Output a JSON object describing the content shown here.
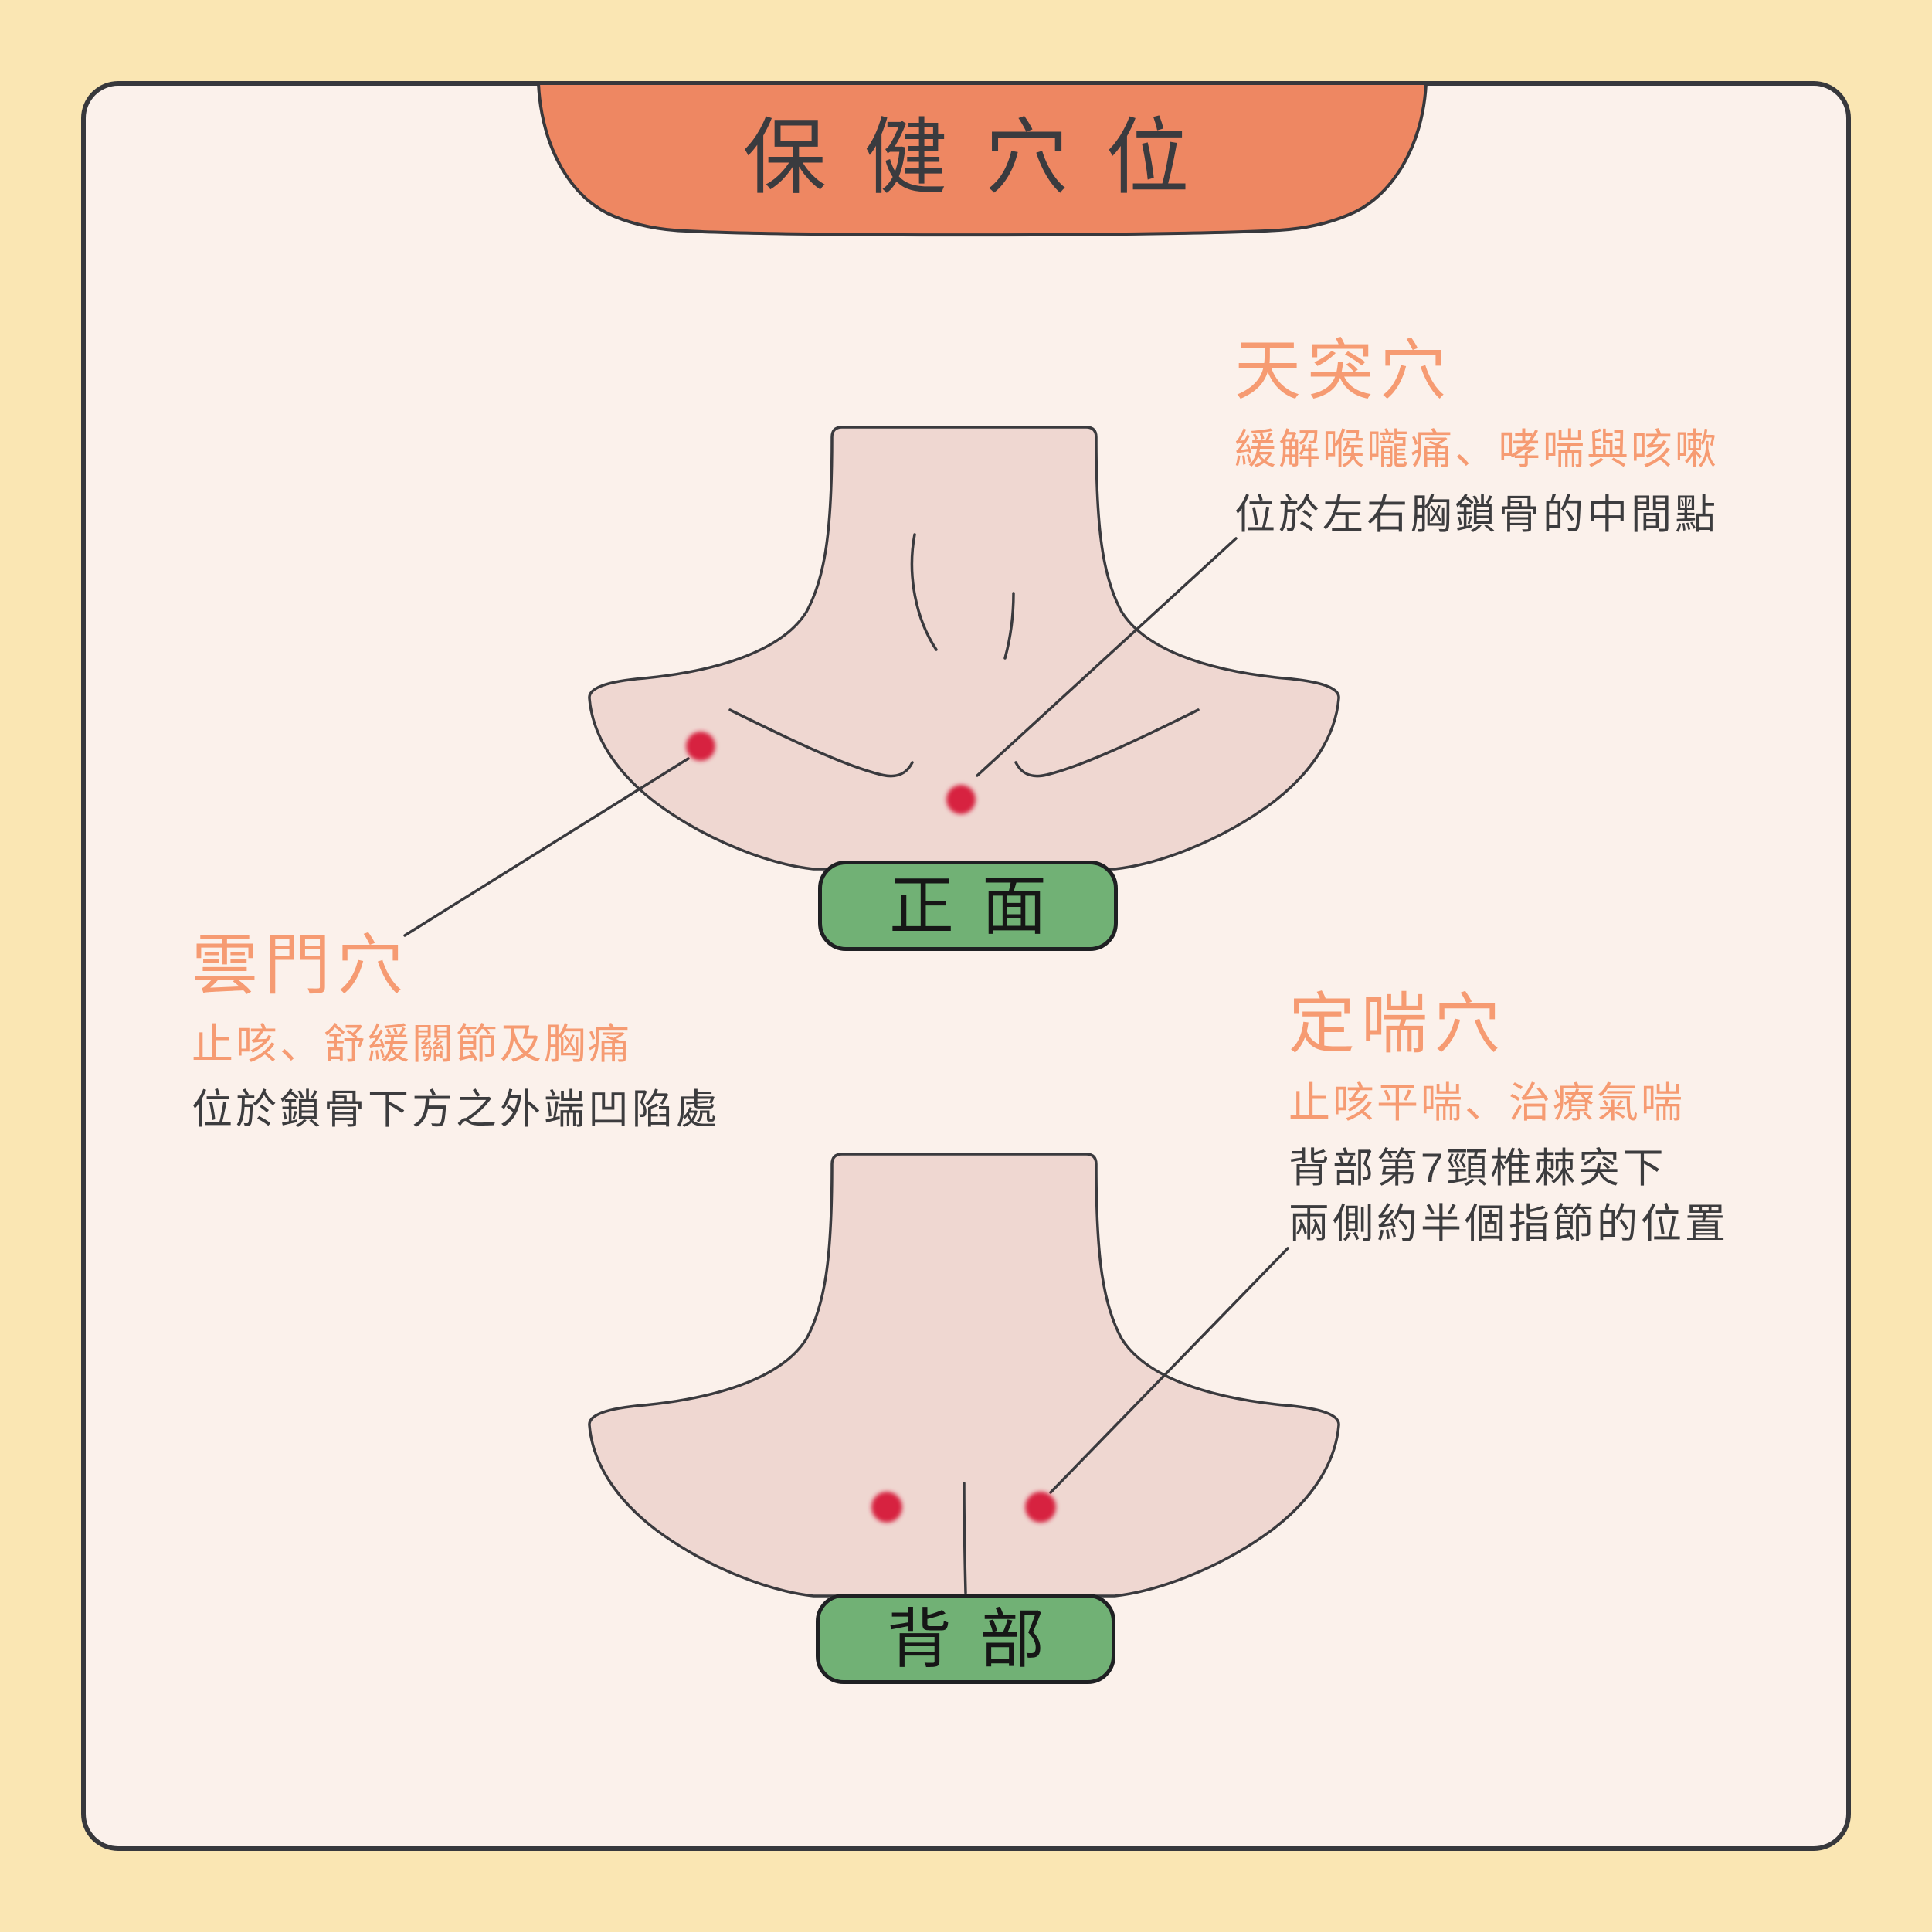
{
  "header": {
    "title": "保健穴位"
  },
  "points": [
    {
      "name": "天突穴",
      "benefit": "緩解喉嚨痛、哮喘與咳嗽",
      "location": "位於左右胸鎖骨的中間點"
    },
    {
      "name": "雲門穴",
      "benefit": "止咳、舒緩關節及胸痛",
      "location": "位於鎖骨下方之外端凹陷處"
    },
    {
      "name": "定喘穴",
      "benefit": "止咳平喘、治療氣喘",
      "location_line1": "背部第7頸椎棘突下",
      "location_line2": "兩側約半個指節的位置"
    }
  ],
  "diagrams": [
    {
      "label": "正面"
    },
    {
      "label": "背部"
    }
  ],
  "colors": {
    "background": "#FAE6B3",
    "card": "#FBF1EB",
    "outline": "#37383C",
    "banner": "#EE8762",
    "accent_orange": "#F69B72",
    "body_skin": "#EFD7D1",
    "acupoint_red": "#D7233F",
    "tag_green": "#71B175",
    "text_dark": "#3C3C3E"
  }
}
